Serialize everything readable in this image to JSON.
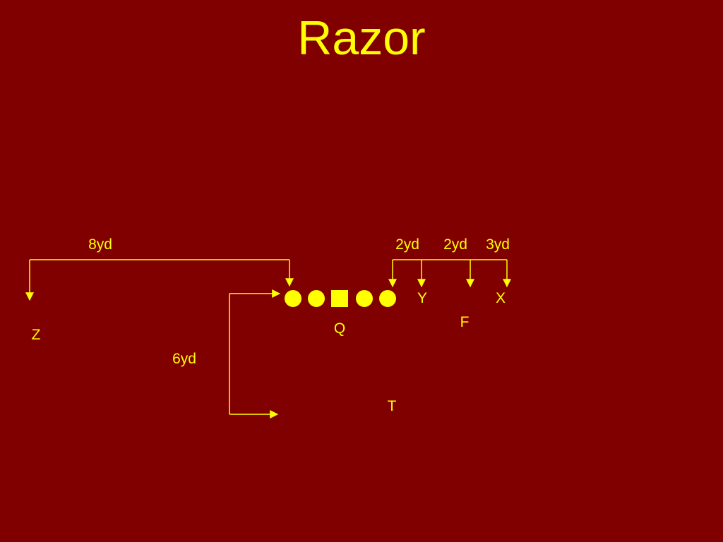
{
  "title": "Razor",
  "colors": {
    "background": "#800000",
    "foreground": "#ffff00"
  },
  "players": {
    "z": "Z",
    "y": "Y",
    "x": "X",
    "f": "F",
    "q": "Q",
    "t": "T"
  },
  "routes": {
    "z_distance": "8yd",
    "t_distance": "6yd",
    "left_distance": "2yd",
    "middle_distance": "2yd",
    "right_distance": "3yd"
  }
}
